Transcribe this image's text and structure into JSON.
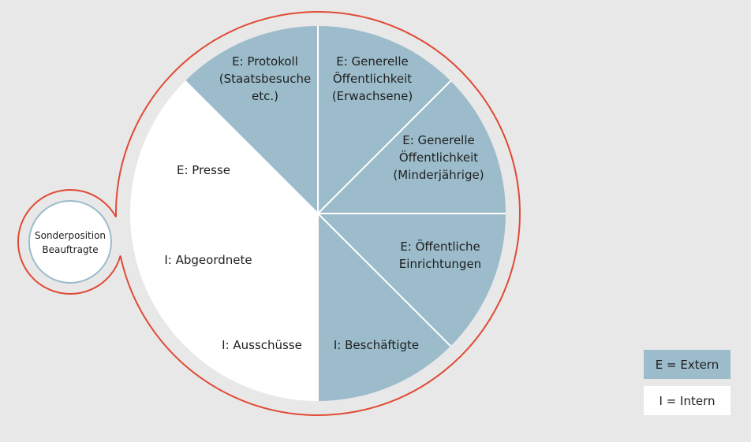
{
  "colors": {
    "background": "#e8e8e8",
    "extern": "#9cbccb",
    "intern": "#ffffff",
    "outline": "#e04a35",
    "small_circle_border": "#9cbccb",
    "divider": "#ffffff"
  },
  "center": {
    "line1": "Sonderposition",
    "line2": "Beauftragte"
  },
  "segments": [
    {
      "id": "protokoll",
      "type": "extern",
      "lines": [
        "E: Protokoll",
        "(Staatsbesuche",
        "etc.)"
      ]
    },
    {
      "id": "generelle-erwachsene",
      "type": "extern",
      "lines": [
        "E: Generelle",
        "Öffentlichkeit",
        "(Erwachsene)"
      ]
    },
    {
      "id": "generelle-minderjaehrige",
      "type": "extern",
      "lines": [
        "E: Generelle",
        "Öffentlichkeit",
        "(Minderjährige)"
      ]
    },
    {
      "id": "oeffentliche-einrichtungen",
      "type": "extern",
      "lines": [
        "E: Öffentliche",
        "Einrichtungen"
      ]
    },
    {
      "id": "beschaeftigte",
      "type": "intern",
      "lines": [
        "I: Beschäftigte"
      ]
    },
    {
      "id": "ausschuesse",
      "type": "intern",
      "lines": [
        "I: Ausschüsse"
      ]
    },
    {
      "id": "abgeordnete",
      "type": "intern",
      "lines": [
        "I: Abgeordnete"
      ]
    },
    {
      "id": "presse",
      "type": "extern",
      "lines": [
        "E: Presse"
      ]
    }
  ],
  "legend": {
    "extern_label": "E = Extern",
    "intern_label": "I = Intern"
  }
}
